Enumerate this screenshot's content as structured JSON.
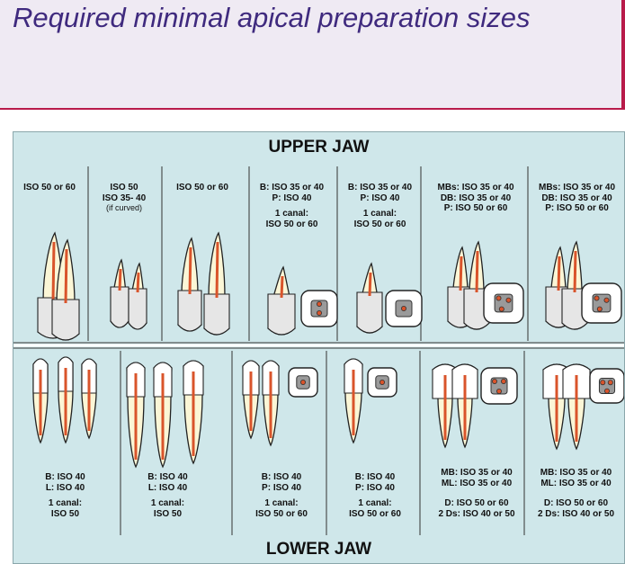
{
  "header": {
    "title": "Required minimal apical preparation sizes"
  },
  "upper_jaw": {
    "title": "UPPER JAW",
    "columns": [
      {
        "lines": [
          "ISO 50 or 60"
        ]
      },
      {
        "lines": [
          "ISO 50",
          "ISO 35- 40"
        ],
        "note": "(if curved)"
      },
      {
        "lines": [
          "ISO 50 or 60"
        ]
      },
      {
        "lines": [
          "B: ISO 35 or 40",
          "P: ISO 40",
          "",
          "1 canal:",
          "ISO 50 or 60"
        ]
      },
      {
        "lines": [
          "B: ISO 35 or 40",
          "P: ISO 40",
          "",
          "1 canal:",
          "ISO 50 or 60"
        ]
      },
      {
        "lines": [
          "MBs: ISO 35 or 40",
          "DB: ISO 35 or 40",
          "P: ISO 50 or 60"
        ]
      },
      {
        "lines": [
          "MBs: ISO 35 or 40",
          "DB: ISO 35 or 40",
          "P: ISO 50 or 60"
        ]
      }
    ]
  },
  "lower_jaw": {
    "title": "LOWER JAW",
    "columns": [
      {
        "lines": [
          "B: ISO 40",
          "L: ISO 40",
          "",
          "1 canal:",
          "ISO 50"
        ]
      },
      {
        "lines": [
          "B: ISO 40",
          "L: ISO 40",
          "",
          "1 canal:",
          "ISO 50"
        ]
      },
      {
        "lines": [
          "B: ISO 40",
          "P: ISO 40",
          "",
          "1 canal:",
          "ISO 50 or 60"
        ]
      },
      {
        "lines": [
          "B: ISO 40",
          "P: ISO 40",
          "",
          "1 canal:",
          "ISO 50 or 60"
        ]
      },
      {
        "lines": [
          "MB: ISO 35 or 40",
          "ML: ISO 35 or 40",
          "",
          "D: ISO 50 or 60",
          "2 Ds: ISO 40 or 50"
        ]
      },
      {
        "lines": [
          "MB: ISO 35 or 40",
          "ML: ISO 35 or 40",
          "",
          "D: ISO 50 or 60",
          "2 Ds: ISO 40 or 50"
        ]
      }
    ]
  },
  "colors": {
    "panel": "#cfe7ea",
    "accent": "#b81b4a",
    "title": "#3f2a7e",
    "tooth": "#fbf6d6",
    "canal": "#d9542b",
    "crown": "#e6e6e6"
  }
}
